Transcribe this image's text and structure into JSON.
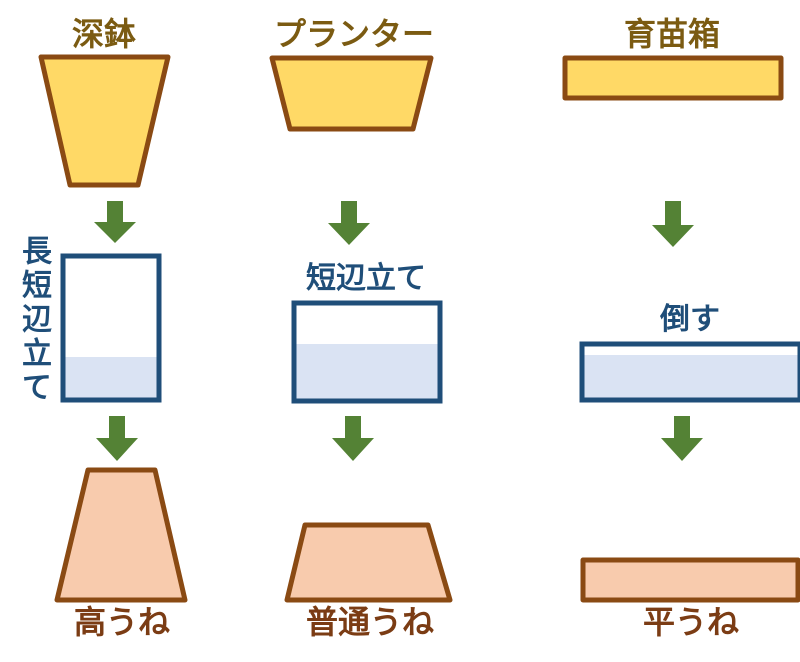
{
  "colors": {
    "container_fill": "#ffd966",
    "container_stroke": "#8a4a13",
    "bag_stroke": "#1f4e79",
    "soil_fill": "#dae3f3",
    "bed_fill": "#f8cbad",
    "bed_stroke": "#8a4a13",
    "arrow": "#548235"
  },
  "columns": [
    {
      "container_label": "深鉢",
      "placement_label": "長短辺立て",
      "placement_orientation": "vertical",
      "bed_label": "高うね"
    },
    {
      "container_label": "プランター",
      "placement_label": "短辺立て",
      "placement_orientation": "horizontal",
      "bed_label": "普通うね"
    },
    {
      "container_label": "育苗箱",
      "placement_label": "倒す",
      "placement_orientation": "horizontal",
      "bed_label": "平うね"
    }
  ]
}
